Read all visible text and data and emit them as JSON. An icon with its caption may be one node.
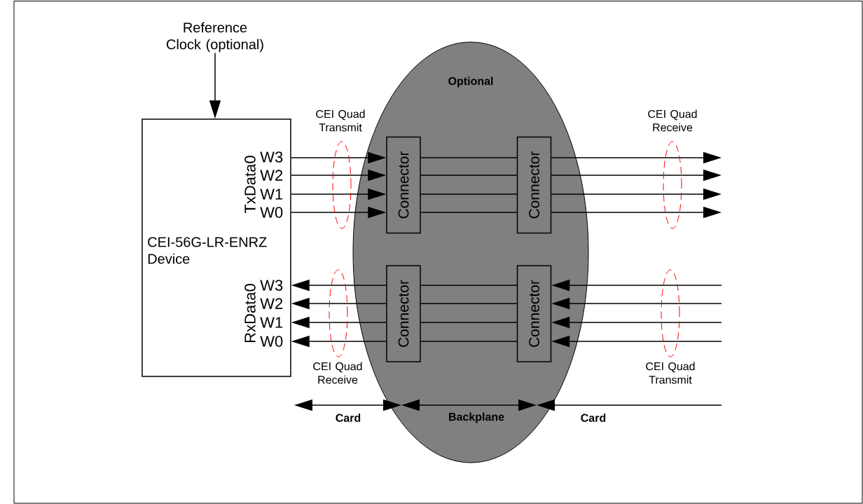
{
  "diagram": {
    "nodes": [
      {
        "text": [
          "Reference Clock (optional)"
        ]
      },
      {
        "text": [
          "CEI-56G-LR-ENRZ Device",
          "TxData0",
          "W3",
          "W2",
          "W1",
          "W0",
          "RxData0",
          "W3",
          "W2",
          "W1",
          "W0"
        ]
      },
      {
        "text": [
          "Optional"
        ]
      },
      {
        "text": [
          "Connector"
        ],
        "in": 2
      },
      {
        "text": [
          "Connector"
        ],
        "in": 2
      },
      {
        "text": [
          "Connector"
        ],
        "in": 2
      },
      {
        "text": [
          "Connector"
        ],
        "in": 2
      }
    ],
    "edges": [
      {
        "from": 0,
        "to": 1,
        "arrow": "to"
      },
      {
        "from": 1,
        "to": 3,
        "arrow": "to"
      },
      {
        "from": 1,
        "to": 3,
        "arrow": "to"
      },
      {
        "from": 1,
        "to": 3,
        "arrow": "to"
      },
      {
        "from": 1,
        "to": 3,
        "arrow": "to"
      },
      {
        "from": 3,
        "to": 4,
        "arrow": "none"
      },
      {
        "from": 3,
        "to": 4,
        "arrow": "none"
      },
      {
        "from": 3,
        "to": 4,
        "arrow": "none"
      },
      {
        "from": 3,
        "to": 4,
        "arrow": "none"
      },
      {
        "from": 4,
        "to": null,
        "arrow": "to"
      },
      {
        "from": 4,
        "to": null,
        "arrow": "to"
      },
      {
        "from": 4,
        "to": null,
        "arrow": "to"
      },
      {
        "from": 4,
        "to": null,
        "arrow": "to"
      },
      {
        "from": null,
        "to": 6,
        "arrow": "to"
      },
      {
        "from": null,
        "to": 6,
        "arrow": "to"
      },
      {
        "from": null,
        "to": 6,
        "arrow": "to"
      },
      {
        "from": null,
        "to": 6,
        "arrow": "to"
      },
      {
        "from": 6,
        "to": 5,
        "arrow": "none"
      },
      {
        "from": 6,
        "to": 5,
        "arrow": "none"
      },
      {
        "from": 6,
        "to": 5,
        "arrow": "none"
      },
      {
        "from": 6,
        "to": 5,
        "arrow": "none"
      },
      {
        "from": 5,
        "to": 1,
        "arrow": "to"
      },
      {
        "from": 5,
        "to": 1,
        "arrow": "to"
      },
      {
        "from": 5,
        "to": 1,
        "arrow": "to"
      },
      {
        "from": 5,
        "to": 1,
        "arrow": "to"
      }
    ],
    "labels": [
      "CEI Quad Transmit",
      "CEI Quad Receive",
      "CEI Quad Receive",
      "CEI Quad Transmit",
      "Card",
      "Backplane",
      "Card"
    ]
  }
}
